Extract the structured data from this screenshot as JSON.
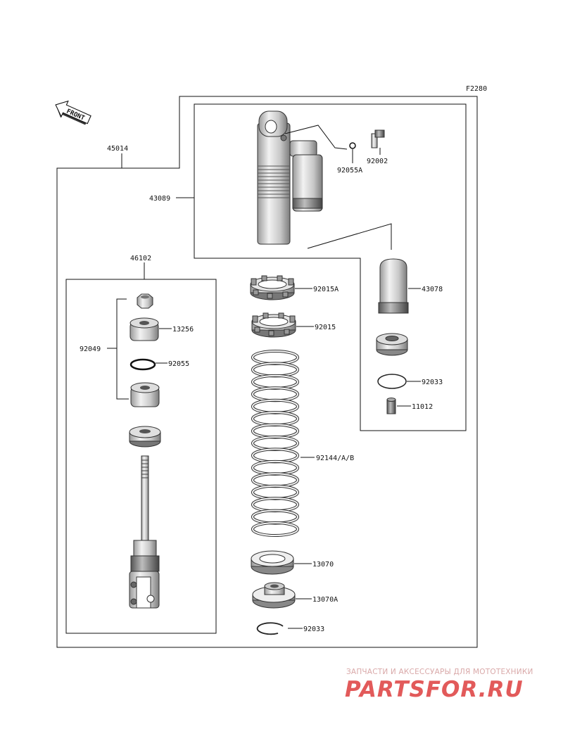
{
  "diagram": {
    "code": "F2280",
    "front_label": "FRONT",
    "labels": {
      "assembly": "45014",
      "cylinder": "43089",
      "bushing": "92055A",
      "bolt": "92002",
      "reservoir": "43078",
      "cap": "92033",
      "valve": "11012",
      "rod_kit": "46102",
      "nut": "13256",
      "oring": "92055",
      "seal_group": "92049",
      "locknut": "92015A",
      "adjuster_nut": "92015",
      "spring": "92144/A/B",
      "spring_seat": "13070",
      "spring_guide": "13070A",
      "circlip": "92033"
    }
  },
  "watermark": {
    "tagline": "ЗАПЧАСТИ И АКСЕССУАРЫ ДЛЯ МОТОТЕХНИКИ",
    "brand": "PARTSFOR.RU"
  }
}
